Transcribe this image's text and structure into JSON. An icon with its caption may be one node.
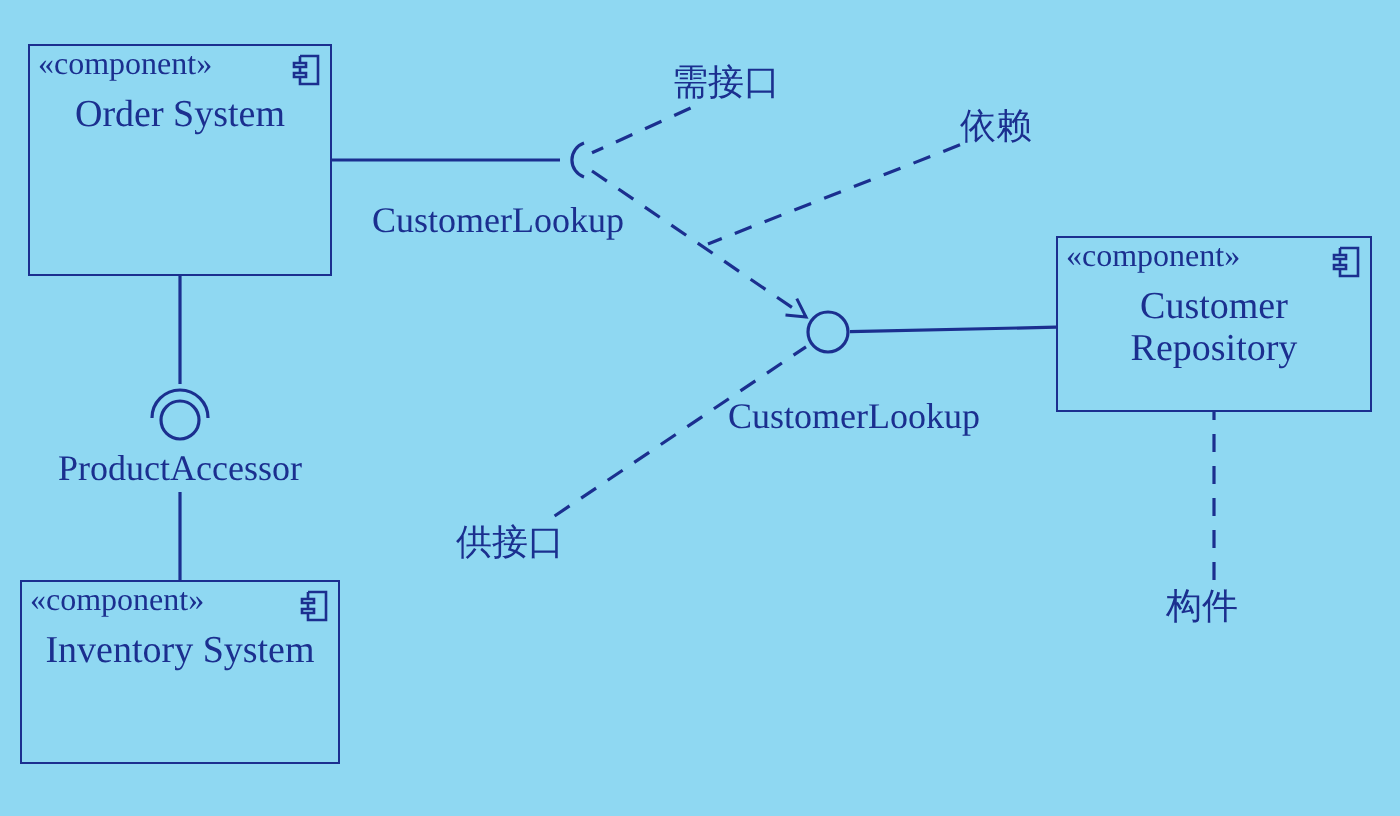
{
  "diagram": {
    "nodes": [
      {
        "text": [
          "«component»",
          "Order System"
        ]
      },
      {
        "text": [
          "需接口"
        ]
      },
      {
        "text": [
          "依赖"
        ]
      },
      {
        "text": [],
        "shape": "socket",
        "beside": [
          "CustomerLookup"
        ]
      },
      {
        "text": [
          "«component»",
          "Customer Repository"
        ]
      },
      {
        "text": [],
        "shape": "circle",
        "beside": [
          "CustomerLookup"
        ]
      },
      {
        "text": [
          "ProductAccessor"
        ]
      },
      {
        "text": [
          "供接口"
        ]
      },
      {
        "text": [
          "构件"
        ]
      },
      {
        "text": [
          "«component»",
          "Inventory System"
        ]
      }
    ],
    "edges": [
      {
        "from": 0,
        "to": 3,
        "arrow": "none"
      },
      {
        "from": 3,
        "to": 5,
        "arrow": "to",
        "style": "dashed"
      },
      {
        "from": 5,
        "to": 4,
        "arrow": "none"
      },
      {
        "from": 0,
        "to": 6,
        "arrow": "none"
      },
      {
        "from": 6,
        "to": 9,
        "arrow": "none"
      },
      {
        "from": 1,
        "to": 3,
        "arrow": "none",
        "style": "dashed"
      },
      {
        "from": 2,
        "to": null,
        "arrow": "none",
        "style": "dashed"
      },
      {
        "from": 7,
        "to": 5,
        "arrow": "none",
        "style": "dashed"
      },
      {
        "from": 8,
        "to": 4,
        "arrow": "none",
        "style": "dashed"
      }
    ]
  }
}
